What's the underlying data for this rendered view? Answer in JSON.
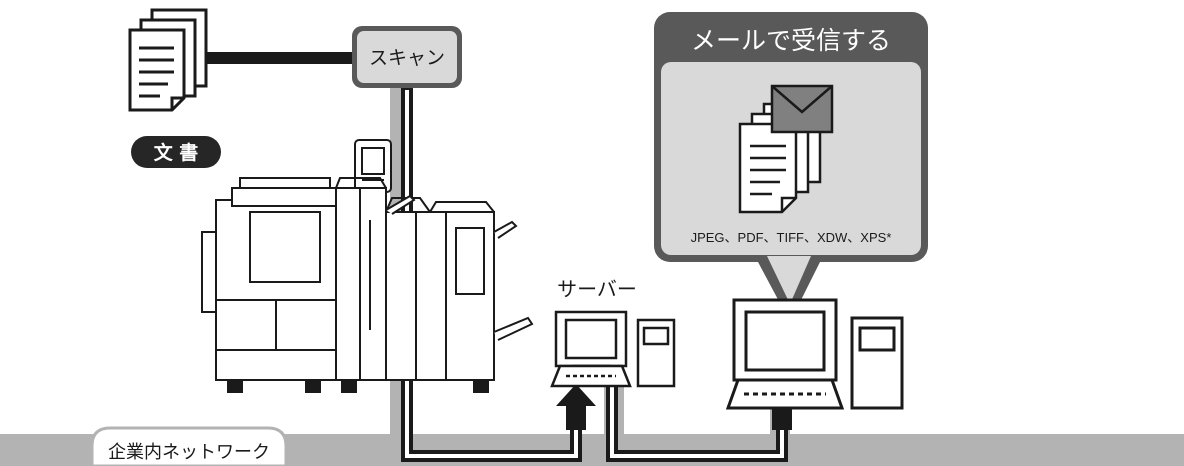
{
  "labels": {
    "scan": "スキャン",
    "document": "文 書",
    "server": "サーバー",
    "network": "企業内ネットワーク"
  },
  "email_panel": {
    "title": "メールで受信する",
    "formats": "JPEG、PDF、TIFF、XDW、XPS*"
  },
  "colors": {
    "panel_dark": "#595959",
    "panel_light": "#d9d9d9",
    "network_band": "#b3b3b3",
    "line": "#1a1a1a",
    "label_badge": "#262626"
  }
}
